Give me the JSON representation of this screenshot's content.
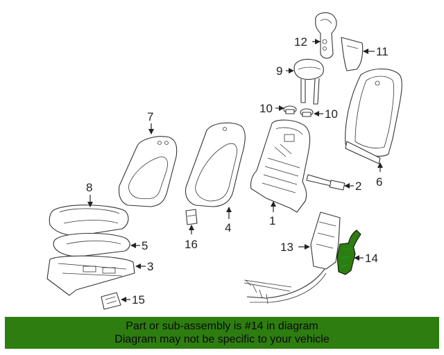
{
  "callouts": {
    "c1": "1",
    "c2": "2",
    "c3": "3",
    "c4": "4",
    "c5": "5",
    "c6": "6",
    "c7": "7",
    "c8": "8",
    "c9": "9",
    "c10a": "10",
    "c10b": "10",
    "c11": "11",
    "c12": "12",
    "c13": "13",
    "c14": "14",
    "c15": "15",
    "c16": "16"
  },
  "banner": {
    "line1": "Part or sub-assembly is #14 in diagram",
    "line2": "Diagram may not be specific to your vehicle"
  },
  "colors": {
    "banner_background": "#2e7d10",
    "highlight_part": "#2e7d10",
    "line_art": "#333333"
  }
}
